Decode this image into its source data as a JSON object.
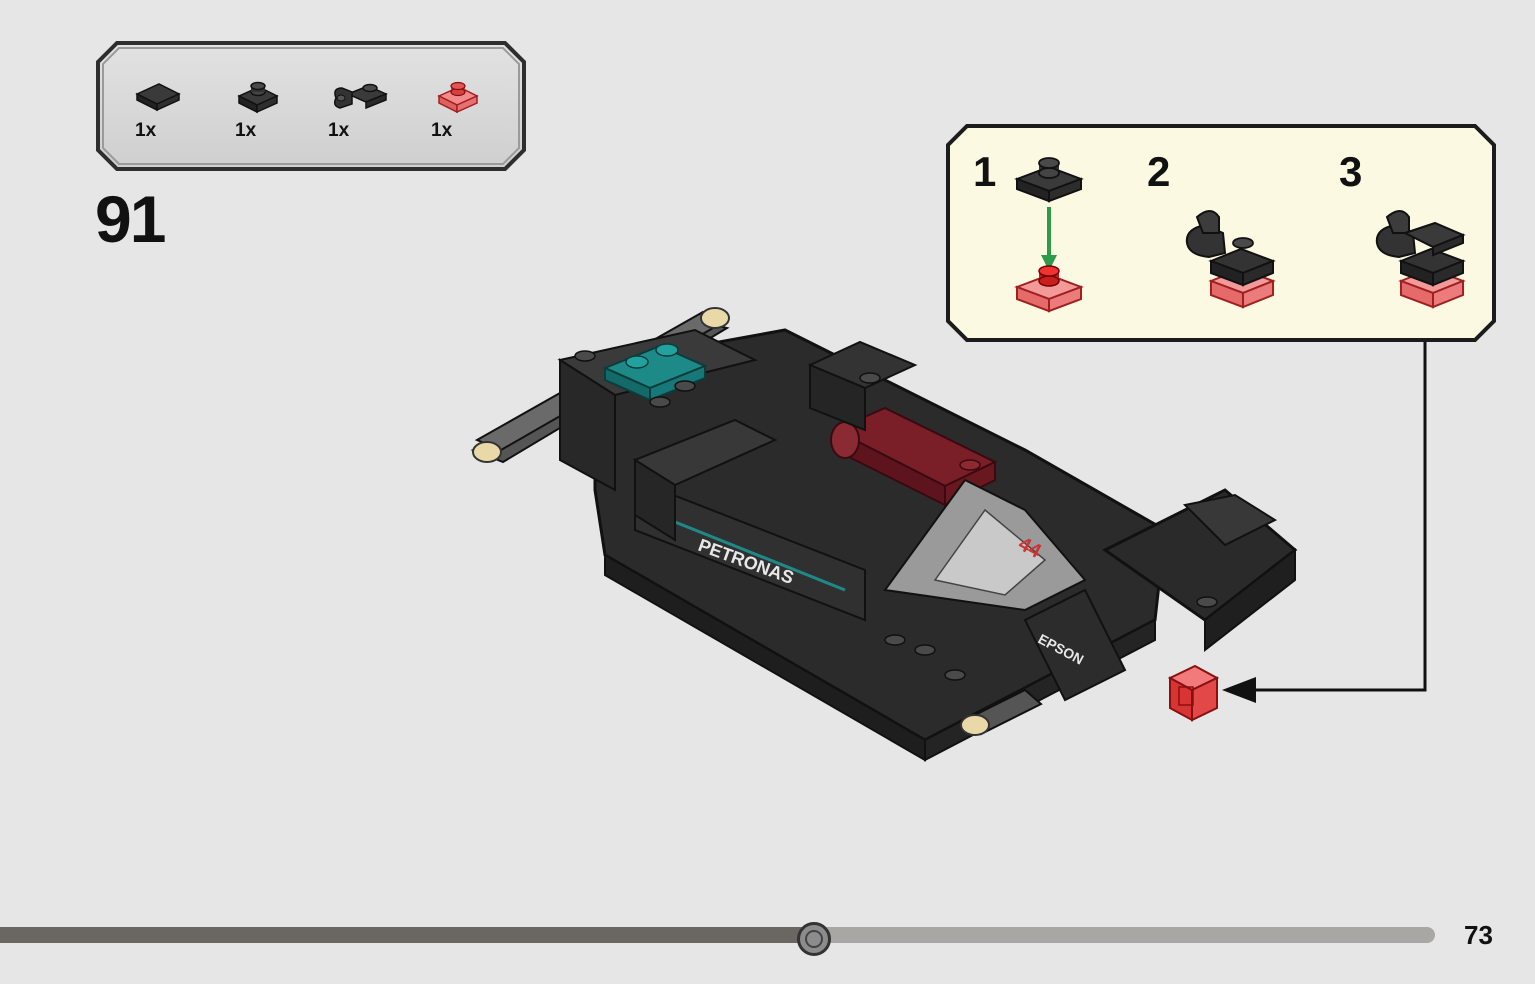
{
  "parts_list": {
    "items": [
      {
        "name": "black-tile-1x1",
        "qty": "1x",
        "color": "#2b2b2b"
      },
      {
        "name": "black-plate-1x1",
        "qty": "1x",
        "color": "#2b2b2b"
      },
      {
        "name": "black-clip-plate",
        "qty": "1x",
        "color": "#2b2b2b"
      },
      {
        "name": "trans-red-plate-1x1",
        "qty": "1x",
        "color": "#e85a5a"
      }
    ]
  },
  "step": {
    "number": "91"
  },
  "callout": {
    "substeps": [
      {
        "number": "1"
      },
      {
        "number": "2"
      },
      {
        "number": "3"
      }
    ],
    "background": "#fcf9e3"
  },
  "model": {
    "decals": [
      "PETRONAS",
      "EPSON",
      "44"
    ]
  },
  "progress": {
    "value": 0.567
  },
  "page": {
    "number": "73"
  },
  "colors": {
    "teal": "#1e8a88",
    "dark_red": "#7a1f28",
    "black_brick": "#2a2a2a",
    "trans_red": "#e24848",
    "arrow_green": "#2e9b4a"
  }
}
